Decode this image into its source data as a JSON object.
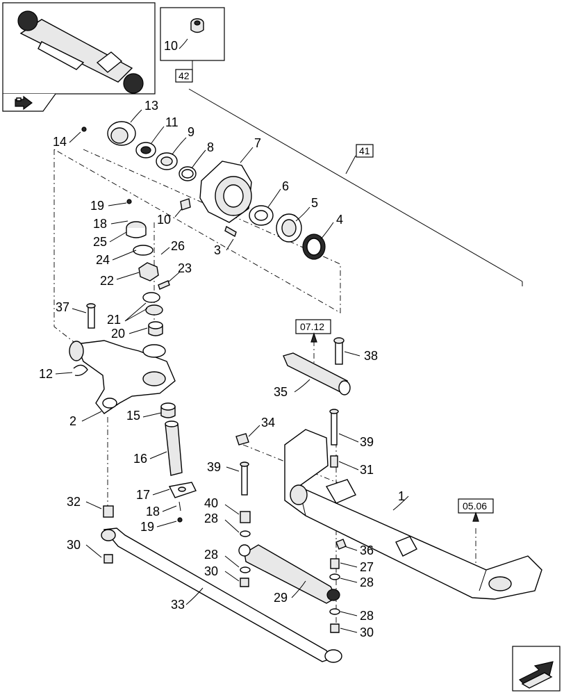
{
  "callouts": {
    "c1": "1",
    "c2": "2",
    "c3": "3",
    "c4": "4",
    "c5": "5",
    "c6": "6",
    "c7": "7",
    "c8": "8",
    "c9": "9",
    "c10a": "10",
    "c10b": "10",
    "c11": "11",
    "c12": "12",
    "c13": "13",
    "c14": "14",
    "c15": "15",
    "c16": "16",
    "c17": "17",
    "c18a": "18",
    "c18b": "18",
    "c19a": "19",
    "c19b": "19",
    "c20": "20",
    "c21": "21",
    "c22": "22",
    "c23": "23",
    "c24": "24",
    "c25": "25",
    "c26": "26",
    "c27": "27",
    "c28a": "28",
    "c28b": "28",
    "c28c": "28",
    "c28d": "28",
    "c29": "29",
    "c30a": "30",
    "c30b": "30",
    "c30c": "30",
    "c31": "31",
    "c32": "32",
    "c33": "33",
    "c34": "34",
    "c35": "35",
    "c36": "36",
    "c37": "37",
    "c38": "38",
    "c39a": "39",
    "c39b": "39",
    "c40": "40"
  },
  "references": {
    "r42": "42",
    "r41": "41",
    "r0712": "07.12",
    "r0506": "05.06"
  },
  "icons": {
    "thumbnail_nav": "assembly-thumbnail-icon",
    "next_page": "next-page-arrow-icon"
  }
}
